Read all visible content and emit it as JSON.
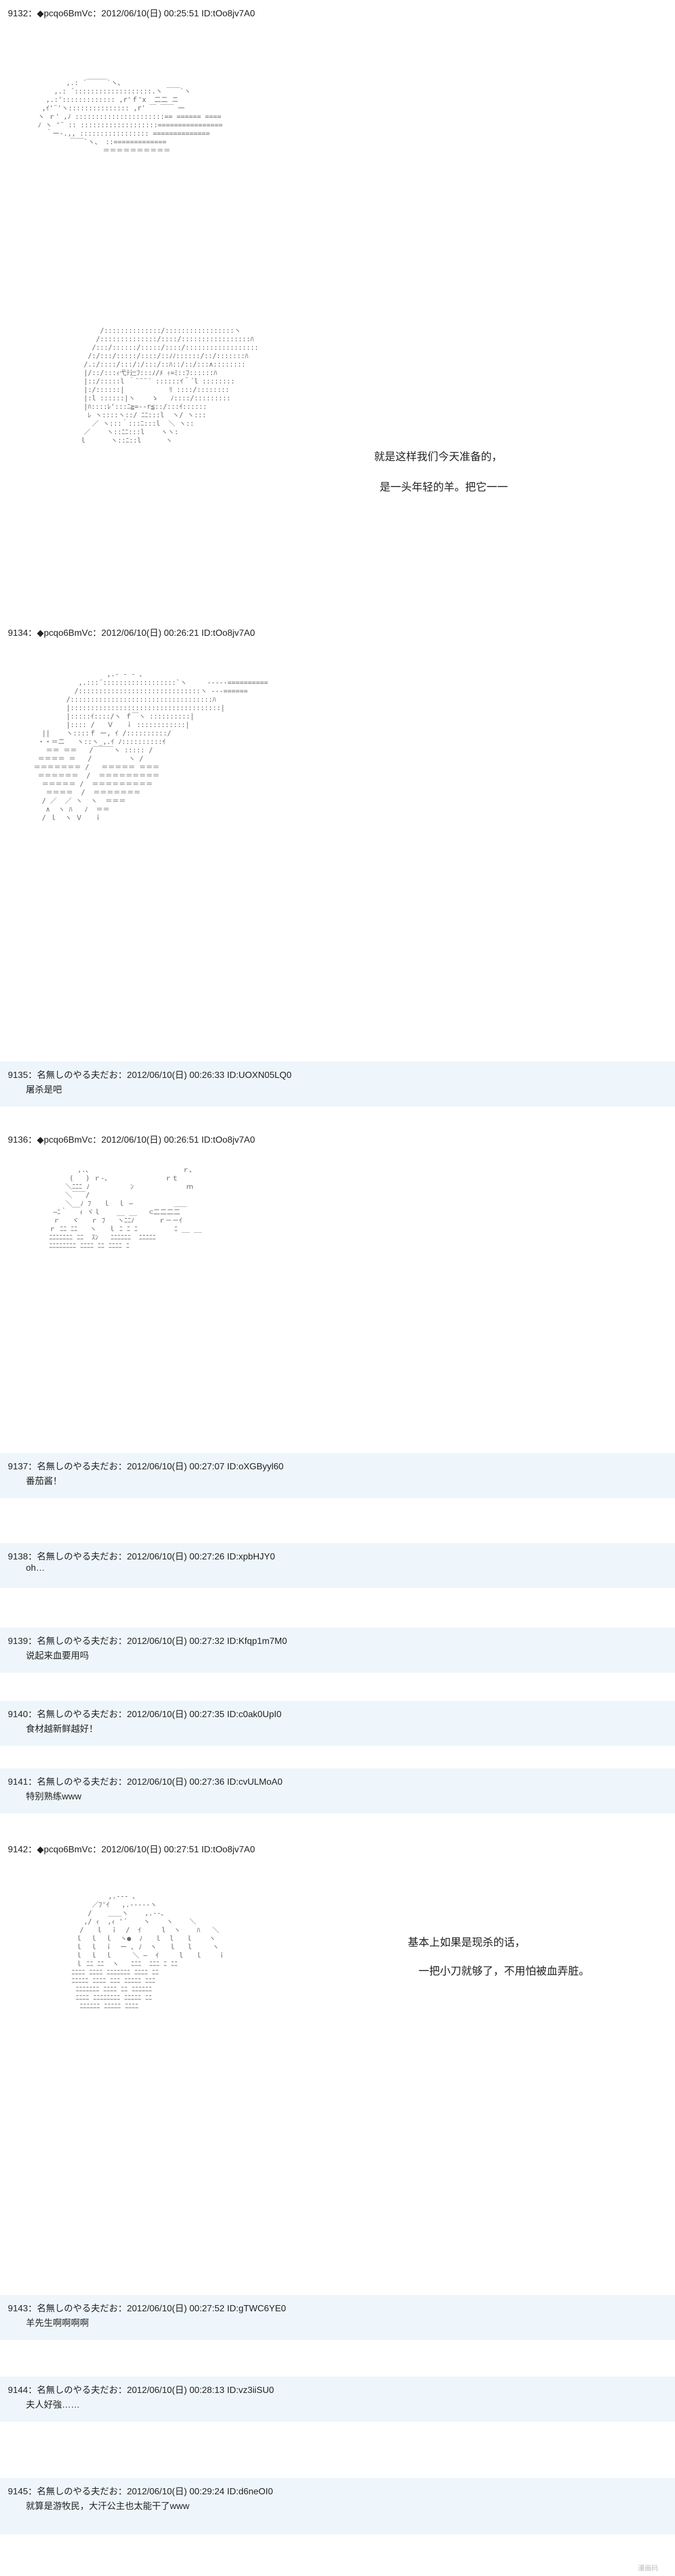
{
  "posts": [
    {
      "header": "9132：◆pcqo6BmVc：2012/06/10(日) 00:25:51 ID:tOo8jv7A0",
      "text": ""
    },
    {
      "header": "9134：◆pcqo6BmVc：2012/06/10(日) 00:26:21 ID:tOo8jv7A0",
      "text": ""
    },
    {
      "header": "9135：名無しのやる夫だお：2012/06/10(日) 00:26:33 ID:UOXN05LQ0",
      "text": "屠杀是吧"
    },
    {
      "header": "9136：◆pcqo6BmVc：2012/06/10(日) 00:26:51 ID:tOo8jv7A0",
      "text": ""
    },
    {
      "header": "9137：名無しのやる夫だお：2012/06/10(日) 00:27:07 ID:oXGByyl60",
      "text": "番茄酱！"
    },
    {
      "header": "9138：名無しのやる夫だお：2012/06/10(日) 00:27:26 ID:xpbHJY0",
      "text": "oh…"
    },
    {
      "header": "9139：名無しのやる夫だお：2012/06/10(日) 00:27:32 ID:Kfqp1m7M0",
      "text": "说起来血要用吗"
    },
    {
      "header": "9140：名無しのやる夫だお：2012/06/10(日) 00:27:35 ID:c0ak0UpI0",
      "text": "食材越新鲜越好！"
    },
    {
      "header": "9141：名無しのやる夫だお：2012/06/10(日) 00:27:36 ID:cvULMoA0",
      "text": "特别熟练www"
    },
    {
      "header": "9142：◆pcqo6BmVc：2012/06/10(日) 00:27:51 ID:tOo8jv7A0",
      "text": ""
    },
    {
      "header": "9143：名無しのやる夫だお：2012/06/10(日) 00:27:52 ID:gTWC6YE0",
      "text": "羊先生啊啊啊啊"
    },
    {
      "header": "9144：名無しのやる夫だお：2012/06/10(日) 00:28:13 ID:vz3iiSU0",
      "text": "夫人好強……"
    },
    {
      "header": "9145：名無しのやる夫だお：2012/06/10(日) 00:29:24 ID:d6neOI0",
      "text": "就算是游牧民，大汗公主也太能干了www"
    }
  ],
  "speech": {
    "s1_line1": "就是这样我们今天准备的，",
    "s1_line2": "是一头年轻的羊。把它一一",
    "s2_line1": "基本上如果是现杀的话，",
    "s2_line2": "一把小刀就够了，不用怕被血弄脏。"
  },
  "aa": {
    "a1": "        ,.: ´￣￣￣`ヽ、\n     ,.: ´:::::::::::::::::::.ヽ ￣￣`ヽ\n   ,.:'::::::::::::: ,r'ｆ'x  二二 ニ\n  ,ｲ'¨'ヽ::::::::::::::: ,r' ￣ ￣￣ 一\n ヽ ｒ' ,ﾉ ::::::::::::::::::::::== ====== ====\n ﾉ ヽ '¨ :: :::::::::::::::::::================\n   ｀ー-.,, ::::::::::::::::: ==============\n         ￣￣`ヽ、 ::=============\n                 ＝＝＝＝＝＝＝＝＝＝",
    "a2": "        /::::::::::::::/:::::::::::::::::ヽ\n       /::::::::::::::/::::/:::::::::::::::::ﾊ\n      /:::/::::::/:::::/::::/::::::::::::::::::\n     /:/:::/:::::/::::/::ﾉﾉ::::::/::/:::::::ﾊ\n    /.:/::::/:::/:/:::/::ﾊ::/::/:::∧::::::::\n    |/::/:::ｨ弋ﾃ辷ﾌ:::ﾉ/ﾒ ｨ=ﾐ::ﾌ::::::ﾊ\n    |::/:::::l ｀¨¨¨´ ::::::ｲ＾´l ::::::::\n    |:/::::::|           ﾘ ::::/::::::::\n    |:l ::::::|ヽ    ゝ   ﾉ::::/:::::::::\n    |ﾊ::::ﾚ':::ﾆ≧=-‐r≦::/:::ｲ::::::\n     ﾚ ヽ::::ヽ::/ ﾆﾆ:::l  ヽ/ ヽ:::\n      ／ ヽ:::｀:::ﾆ:::l  ＼ ヽ::\n    ／    ヽ::ﾆﾆ:::l    ヽヽ:\n   ｌ      ヽ::ﾆ::l      ヽ",
    "a3": "                  ,.- ‐ - ､\n           ,.:::´::::::::::::::::::`ヽ     -----==========\n          /::::::::::::::::::::::::::::::ヽ ---======\n        /:::::::::::::::::::::::::::::::::::ﾊ\n        |:::::::::::::::::::::::::::::::::::::|\n        |:::::ｲ::::/ヽ ｆ￣ヽ ::::::::::|\n        |:::: /   Ｖ   ｉ ::::::::::::|\n  ||    ヽ::::ｆ ー, ｲ /::::::::::/\n ・・＝ニ   ヽ::ヽ_,.ｲ ﾉ::::::::::ｲ\n   ＝＝ ＝＝   /￣￣￣ヽ ::::: /\n ＝＝＝＝ ＝   /         ヽ /\n＝＝＝＝＝＝＝ /   ＝＝＝＝＝ ＝＝＝\n ＝＝＝＝＝＝  /  ＝＝＝＝＝＝＝＝＝\n  ＝＝＝＝＝ /  ＝＝＝＝＝＝＝＝＝\n   ＝＝＝＝  /  ＝＝＝＝＝＝＝\n  / ／  ／ ヽ  ヽ  ＝＝＝\n   ∧  ヽ ﾊ   ﾉ  ＝＝\n  / ｌ  ヽ Ｖ   ｉ",
    "a4": "        ,.､                       ｒ､\n      (   ) ｒ-､              ｒｔ\n     ＼ﾆﾆﾆ ﾉ          ﾝ             ｍ\n     ＼￣￣/\n     ＼__ﾉ ﾌ   ｌ  ｌ ―          ＿＿\n  ―ﾆ｀   ｨ ヾｌ    __ __   ⊂二二二二\n  ｒ   ヾ   ｒ ﾌ   ヽﾆﾆﾉ      ｒ－－ｲ\n ｒ ﾆﾆ ﾆﾆ   ヽ   ｌ ﾆ ﾆ ﾆ         ﾆ __ __\n ﾆﾆﾆﾆﾆﾆﾆ ﾆﾆ  ｽﾝ   ﾆﾆﾆﾆﾆﾆ  ﾆﾆﾆﾆﾆ\n ﾆﾆﾆﾆﾆﾆﾆﾆ ﾆﾆﾆﾆ ﾆﾆ ﾆﾆﾆﾆ ﾆ",
    "a5": "          ,.-‐‐ ､\n      ／ﾌ'ｲ   ,.-‐‐‐-ヽ\n     /    ＿＿ヽ    ,.--､\n    ,/ ｨ  ,ｨ '´    ヽ    ヽ    ＼\n   /   ｌ  ｉ  /  ｲ     l  ヽ    ﾊ   ＼\n  ｌ  ｌ  ｌ  ヽ●  ﾉ   ｌ  l   ｌ    ヽ\n  ｌ  ｌ  ｉ  ー ､ ﾉ  ヽ   ｌ   l     ヽ\n  ｌ  ｌ  ｌ     ＼ ―  ｲ     l   ｌ    ｉ\n  ｌ ﾆﾆ ﾆﾆ  ヽ   ﾆﾆﾆ  ﾆﾆﾆ ﾆ ﾆﾆ\n ﾆﾆﾆﾆ ﾆﾆﾆﾆ ﾆﾆﾆﾆﾆﾆﾆ ﾆﾆﾆﾆ ﾆﾆ\n ﾆﾆﾆﾆﾆ ﾆﾆﾆﾆ ﾆﾆﾆ ﾆﾆﾆﾆﾆ ﾆﾆﾆ\n  ﾆﾆﾆﾆﾆﾆﾆ ﾆﾆﾆﾆ ﾆﾆ ﾆﾆﾆﾆﾆﾆ\n  ﾆﾆﾆﾆ ﾆﾆﾆﾆﾆﾆﾆﾆ ﾆﾆﾆﾆﾆ ﾆﾆ\n   ﾆﾆﾆﾆﾆﾆ ﾆﾆﾆﾆﾆ ﾆﾆﾆﾆ"
  },
  "watermark": "漫画码"
}
